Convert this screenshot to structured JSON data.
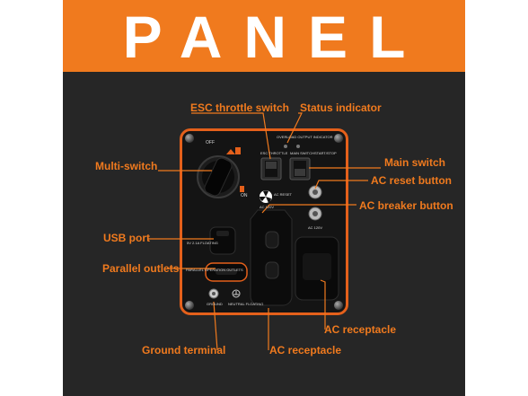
{
  "banner": {
    "title": "PANEL",
    "color": "#f07a1e"
  },
  "callouts": {
    "esc_throttle_switch": "ESC throttle switch",
    "status_indicator": "Status indicator",
    "multi_switch": "Multi-switch",
    "main_switch": "Main switch",
    "ac_reset_button": "AC reset button",
    "ac_breaker_button": "AC breaker button",
    "usb_port": "USB port",
    "parallel_outlets": "Parallel outlets",
    "ac_receptacle_right": "AC receptacle",
    "ground_terminal": "Ground terminal",
    "ac_receptacle_bottom": "AC receptacle"
  },
  "panel_labels": {
    "off": "OFF",
    "on": "ON",
    "esc_throttle": "ESC THROTTLE",
    "main_switch": "MAIN SWITCH",
    "start_stop": "START/STOP",
    "indicators": "OVERLOAD  OUTPUT  INDICATOR",
    "ac_reset": "AC RESET",
    "ac_120v_left": "AC 120V",
    "ac_120v_right": "AC 120V",
    "usb": "5V 2.1A  FLOATING",
    "parallel": "PARALLEL  OPERATION  OUTLETS",
    "ground": "GROUND",
    "neutral_floating": "NEUTRAL  FLOATING"
  },
  "colors": {
    "accent": "#f07a1e",
    "panel_border": "#e4601b",
    "background": "#262626"
  }
}
